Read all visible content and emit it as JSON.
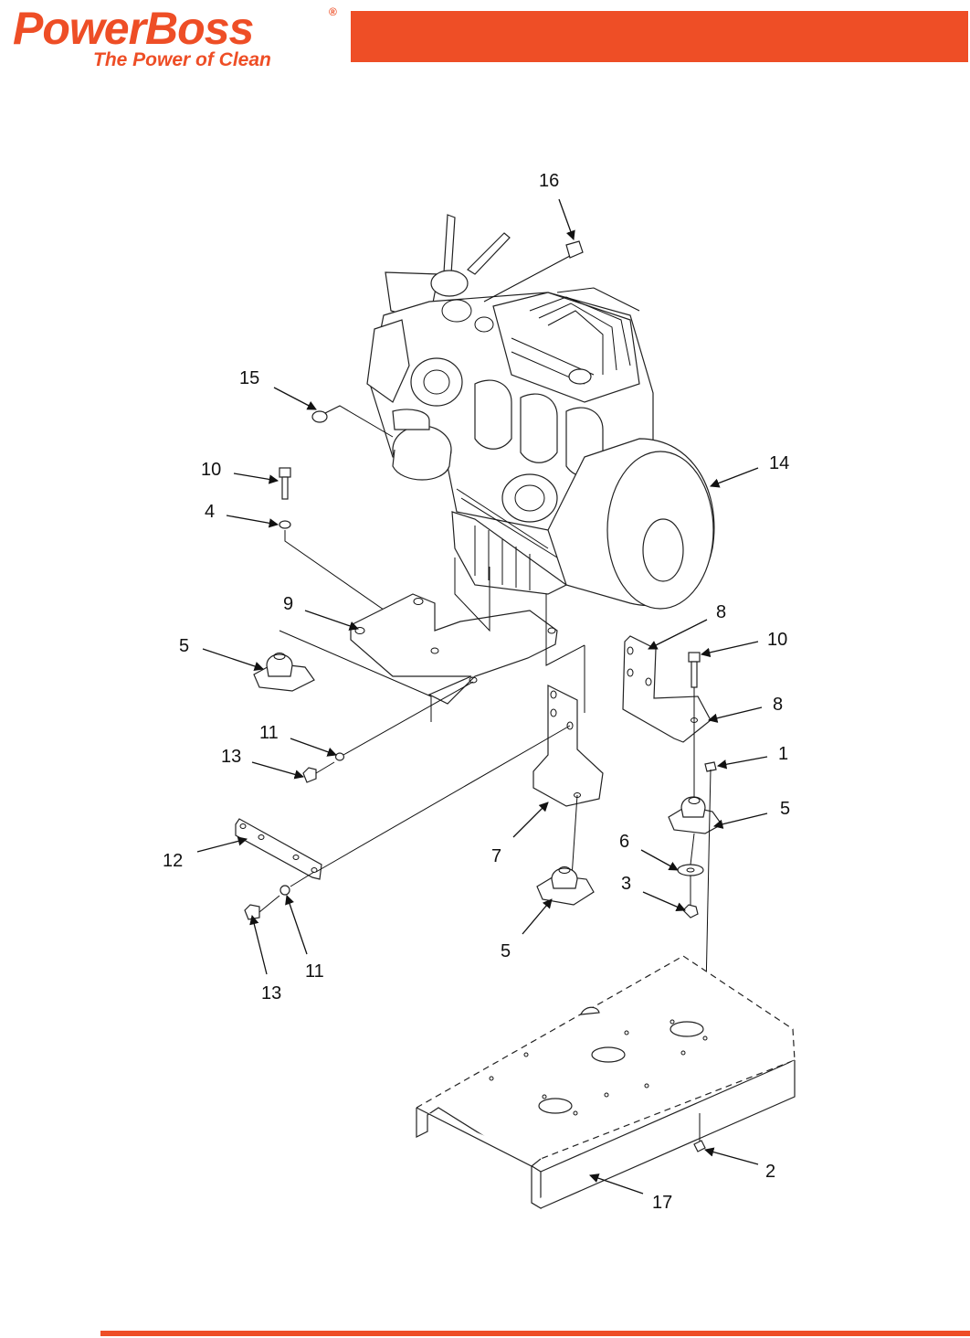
{
  "brand": {
    "name": "PowerBoss",
    "registered": "®",
    "tagline": "The Power of Clean",
    "color": "#ee4e26"
  },
  "callouts": {
    "c1": "1",
    "c2": "2",
    "c3": "3",
    "c4": "4",
    "c5a": "5",
    "c5b": "5",
    "c5c": "5",
    "c6": "6",
    "c7": "7",
    "c8a": "8",
    "c8b": "8",
    "c9": "9",
    "c10a": "10",
    "c10b": "10",
    "c11a": "11",
    "c11b": "11",
    "c12": "12",
    "c13a": "13",
    "c13b": "13",
    "c14": "14",
    "c15": "15",
    "c16": "16",
    "c17": "17"
  }
}
